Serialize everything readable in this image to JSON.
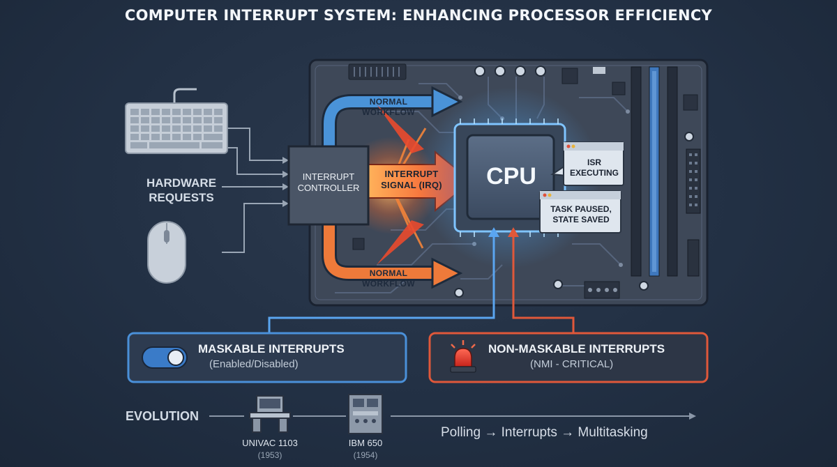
{
  "title": "COMPUTER INTERRUPT SYSTEM: ENHANCING PROCESSOR EFFICIENCY",
  "hardware_label": "HARDWARE REQUESTS",
  "interrupt_controller": "INTERRUPT CONTROLLER",
  "irq_signal": "INTERRUPT SIGNAL (IRQ)",
  "workflow_top": "NORMAL WORKFLOW",
  "workflow_bottom": "NORMAL WORKFLOW",
  "cpu": "CPU",
  "isr_window": "ISR EXECUTING",
  "task_window": "TASK PAUSED, STATE SAVED",
  "maskable": {
    "title": "MASKABLE INTERRUPTS",
    "subtitle": "(Enabled/Disabled)"
  },
  "nonmaskable": {
    "title": "NON-MASKABLE INTERRUPTS",
    "subtitle": "(NMI - CRITICAL)"
  },
  "evolution": {
    "label": "EVOLUTION",
    "machines": [
      {
        "name": "UNIVAC 1103",
        "year": "(1953)"
      },
      {
        "name": "IBM 650",
        "year": "(1954)"
      }
    ],
    "trend": "Polling → Interrupts → Multitasking"
  },
  "colors": {
    "background": "#223044",
    "board": "#3f4a5b",
    "workflow_blue": "#4a93d8",
    "workflow_orange": "#ee7a3a",
    "irq_red": "#ea4a2e",
    "maskable_border": "#4a90d9",
    "nonmaskable_border": "#e0583a"
  },
  "icons": [
    "keyboard-icon",
    "mouse-icon",
    "toggle-switch-icon",
    "siren-icon",
    "univac-machine-icon",
    "ibm-machine-icon"
  ]
}
